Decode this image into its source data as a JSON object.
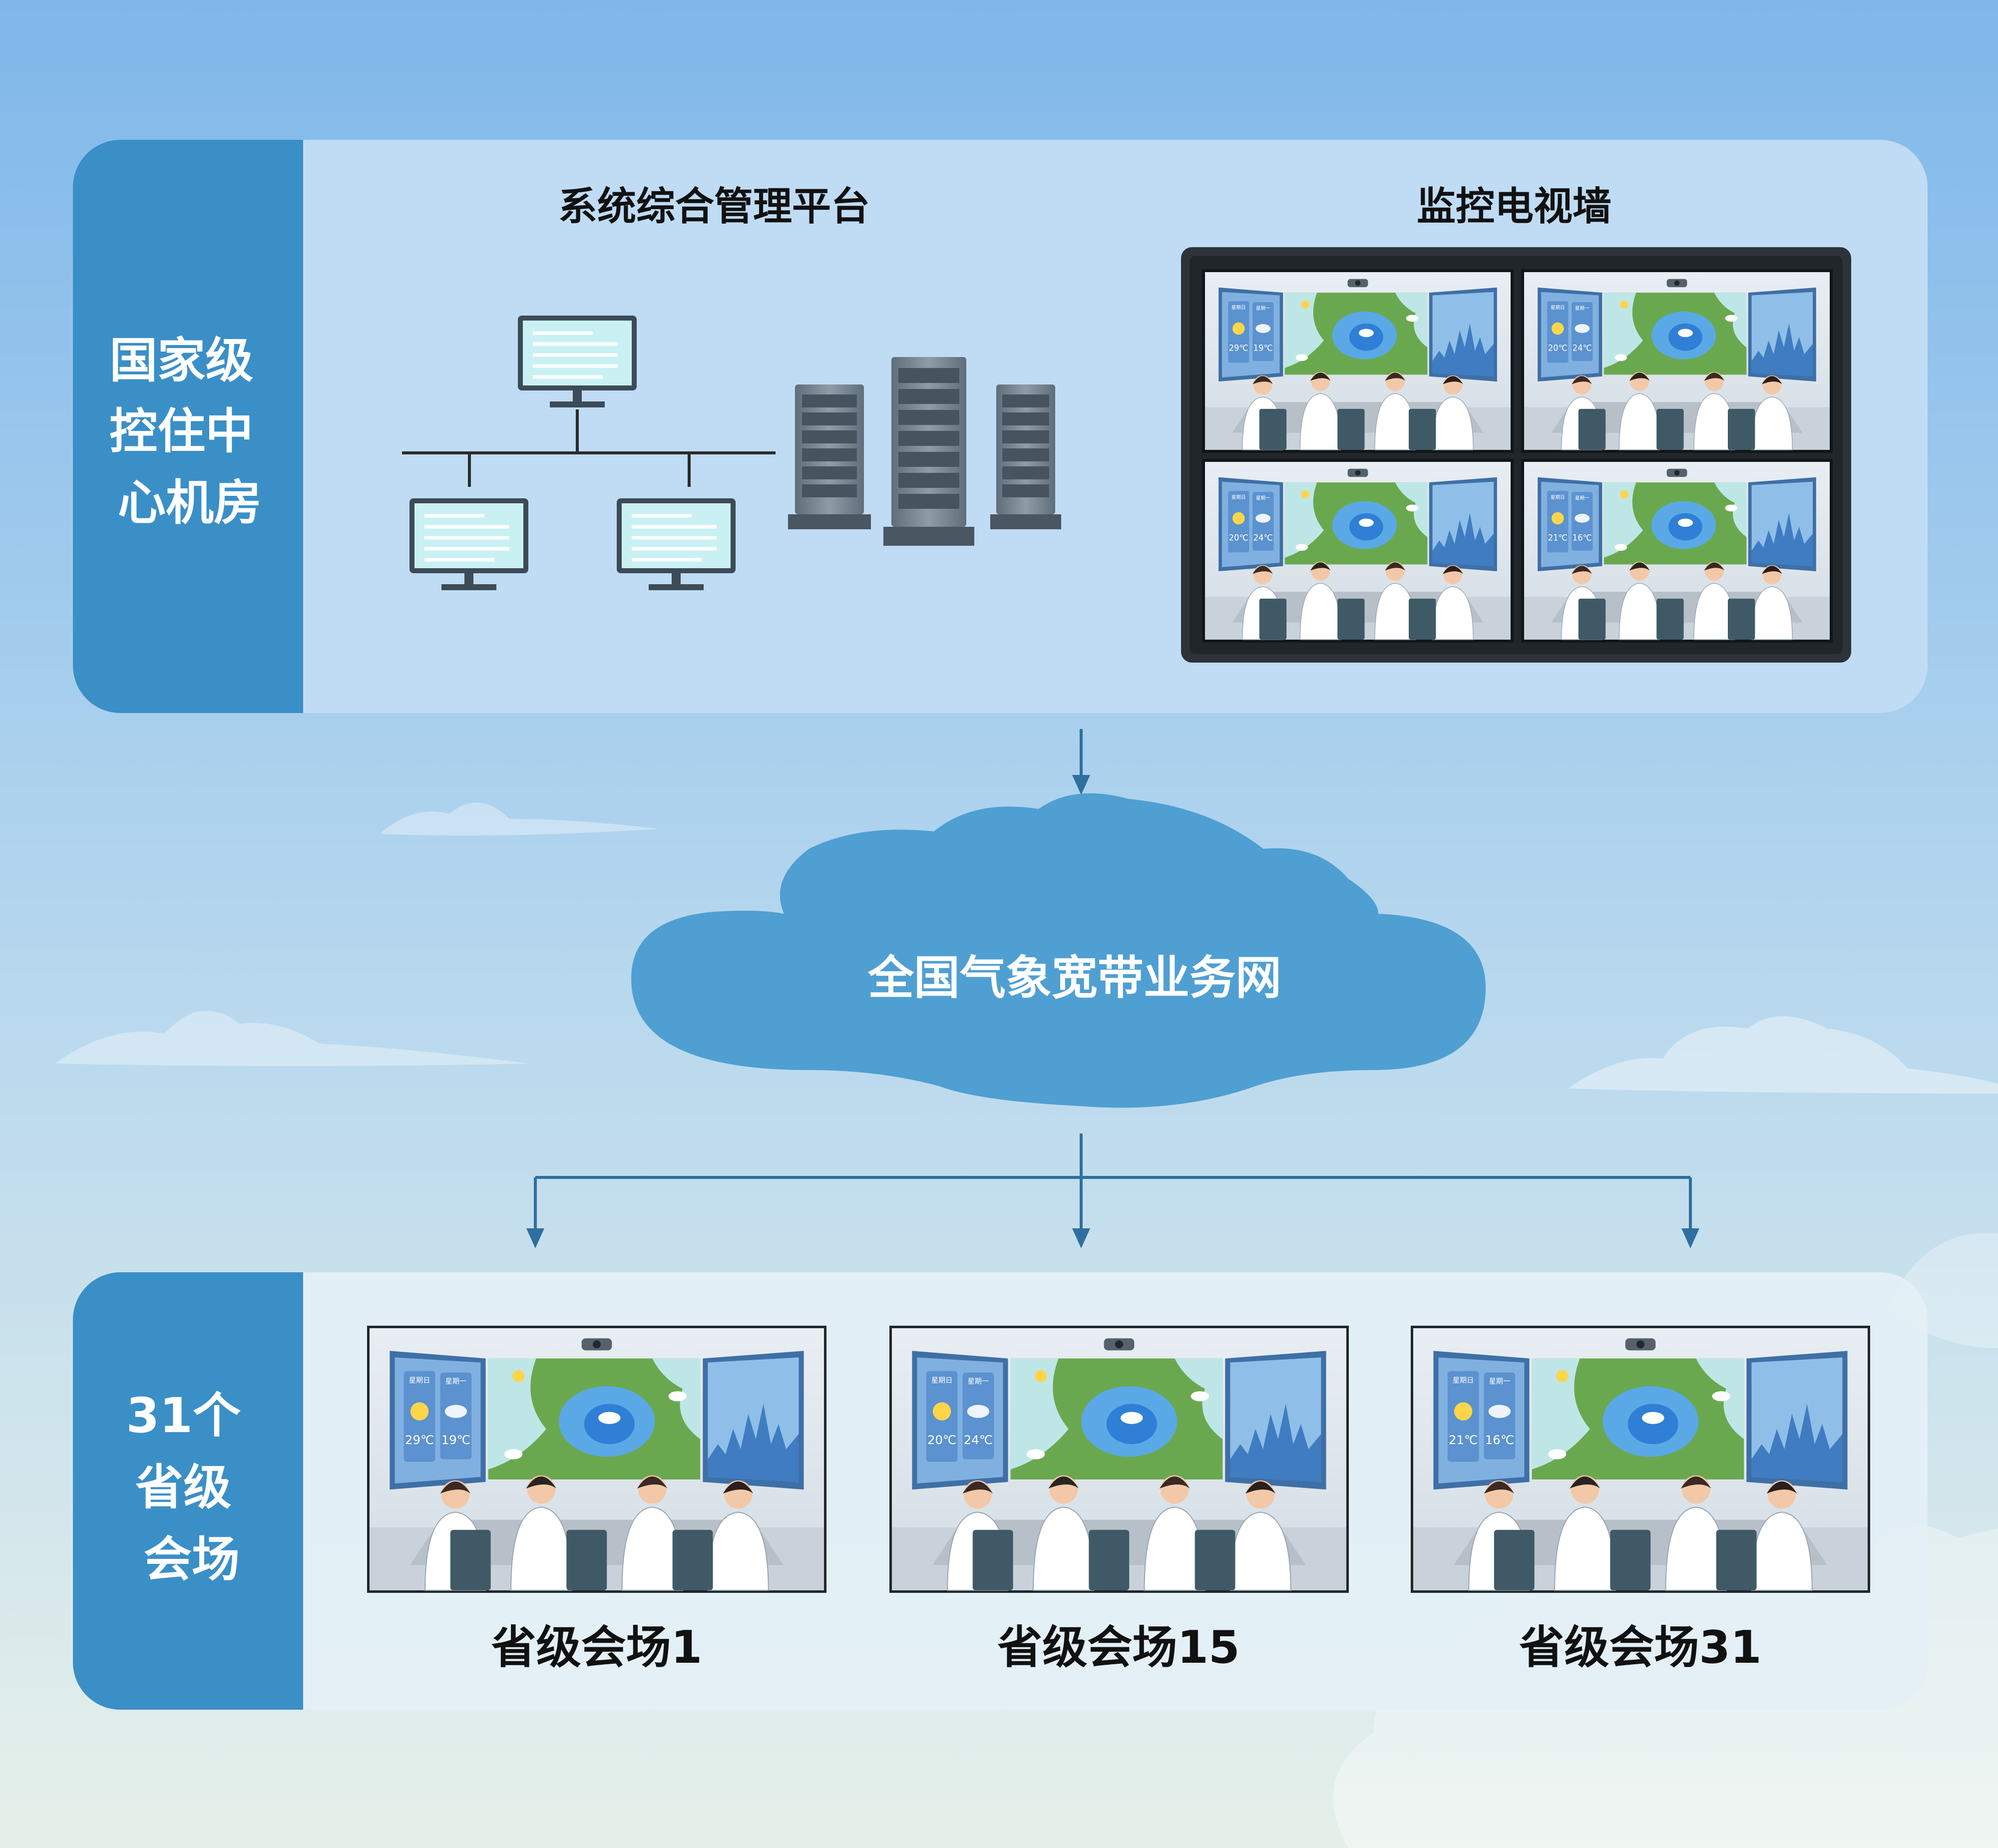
{
  "national": {
    "side_label_lines": [
      "国家级",
      "控住中",
      "心机房"
    ],
    "platform_title": "系统综合管理平台",
    "tvwall_title": "监控电视墙",
    "tvwall_panels": [
      {
        "temps": [
          "29℃",
          "19℃"
        ],
        "days": [
          "星期日",
          "星期一"
        ]
      },
      {
        "temps": [
          "20℃",
          "24℃"
        ],
        "days": [
          "星期日",
          "星期一"
        ]
      },
      {
        "temps": [
          "20℃",
          "24℃"
        ],
        "days": [
          "星期日",
          "星期一"
        ]
      },
      {
        "temps": [
          "21℃",
          "16℃"
        ],
        "days": [
          "星期日",
          "星期一"
        ]
      }
    ]
  },
  "network": {
    "label": "全国气象宽带业务网"
  },
  "provincial": {
    "side_label_lines": [
      "31个",
      "省级",
      "会场"
    ],
    "venues": [
      {
        "caption": "省级会场1",
        "temps": [
          "29℃",
          "19℃"
        ],
        "days": [
          "星期日",
          "星期一"
        ]
      },
      {
        "caption": "省级会场15",
        "temps": [
          "20℃",
          "24℃"
        ],
        "days": [
          "星期日",
          "星期一"
        ]
      },
      {
        "caption": "省级会场31",
        "temps": [
          "21℃",
          "16℃"
        ],
        "days": [
          "星期日",
          "星期一"
        ]
      }
    ]
  },
  "colors": {
    "sky_top": "#7fb7ea",
    "sky_bottom": "#e6f0ea",
    "side_tab": "#3a8fc7",
    "panel_top": "#bfdcf4",
    "panel_bottom": "#e4f0f6",
    "cloud": "#4f9fd2",
    "arrow": "#2f6f9f",
    "screen_cyan": "#c9f1f3"
  }
}
